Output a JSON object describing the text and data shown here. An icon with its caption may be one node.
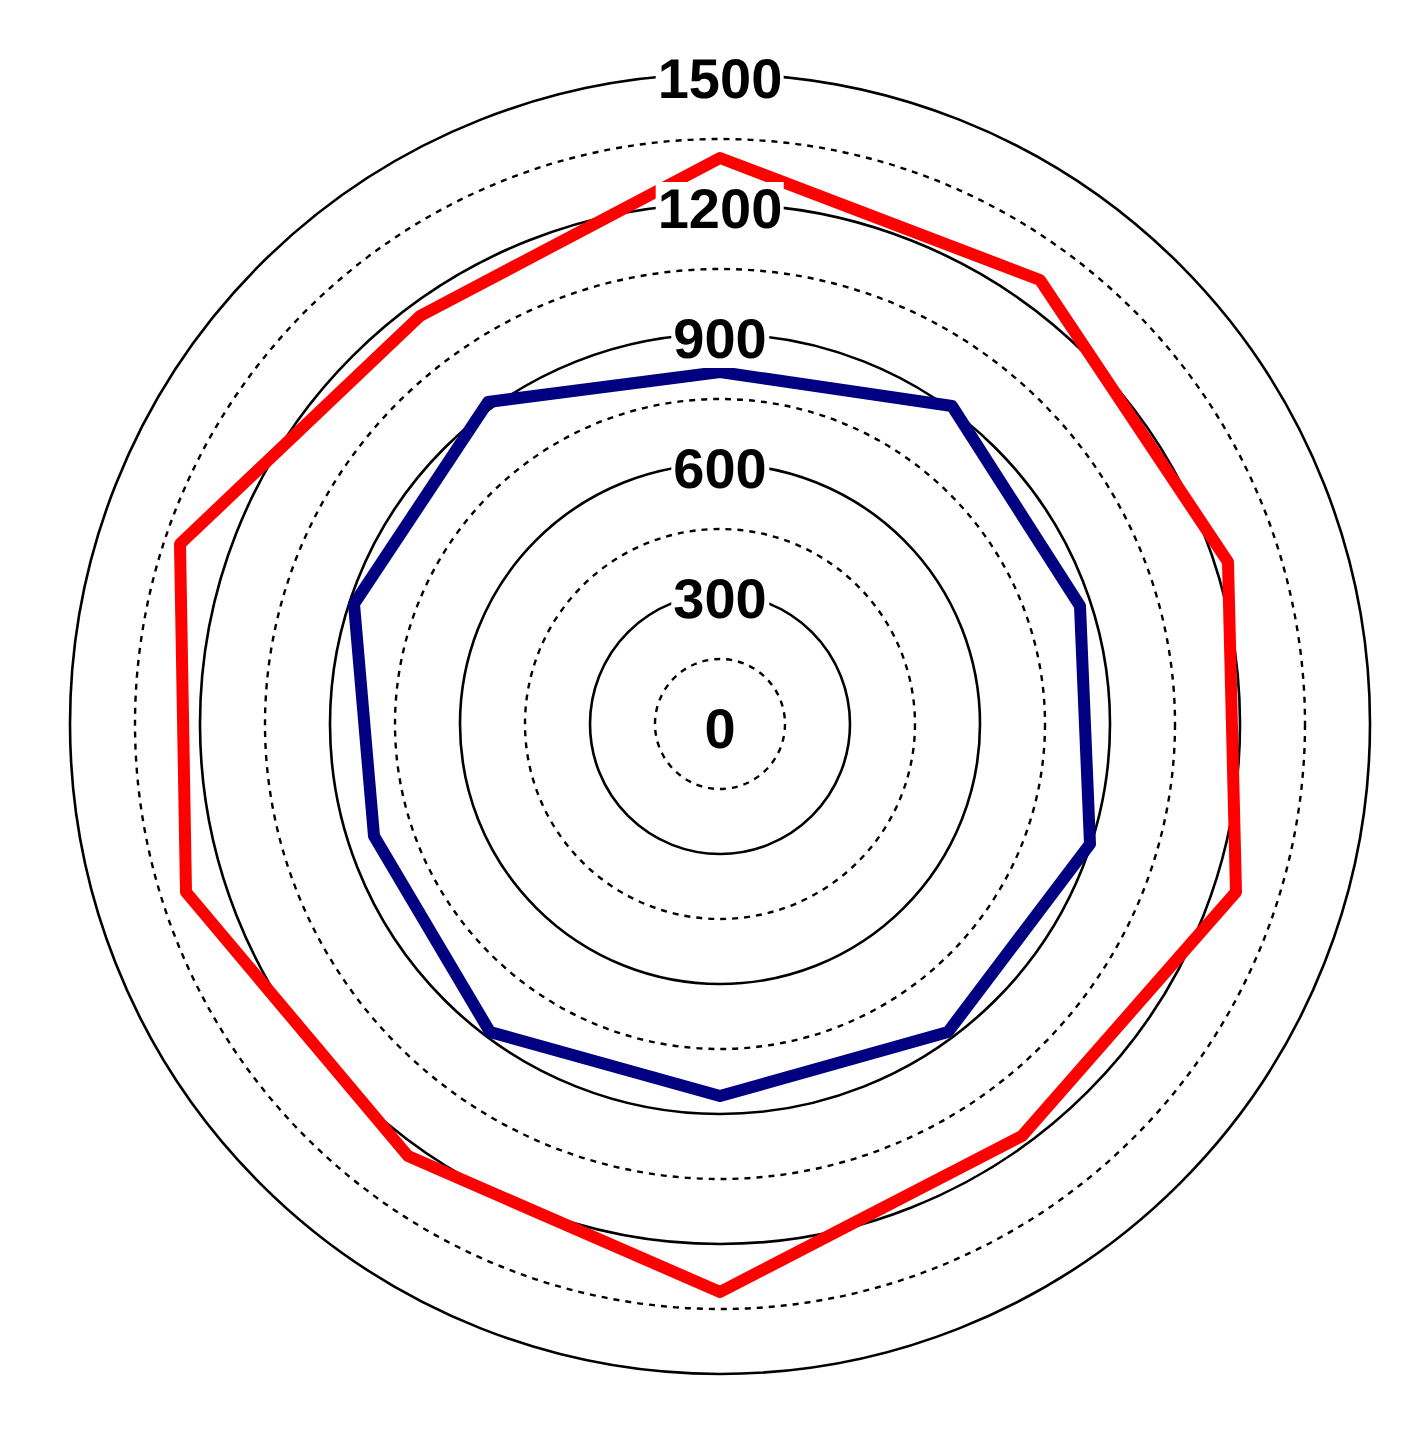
{
  "diagram": {
    "labels": [
      "1500",
      "1200",
      "900",
      "600",
      "300",
      "0"
    ]
  }
}
